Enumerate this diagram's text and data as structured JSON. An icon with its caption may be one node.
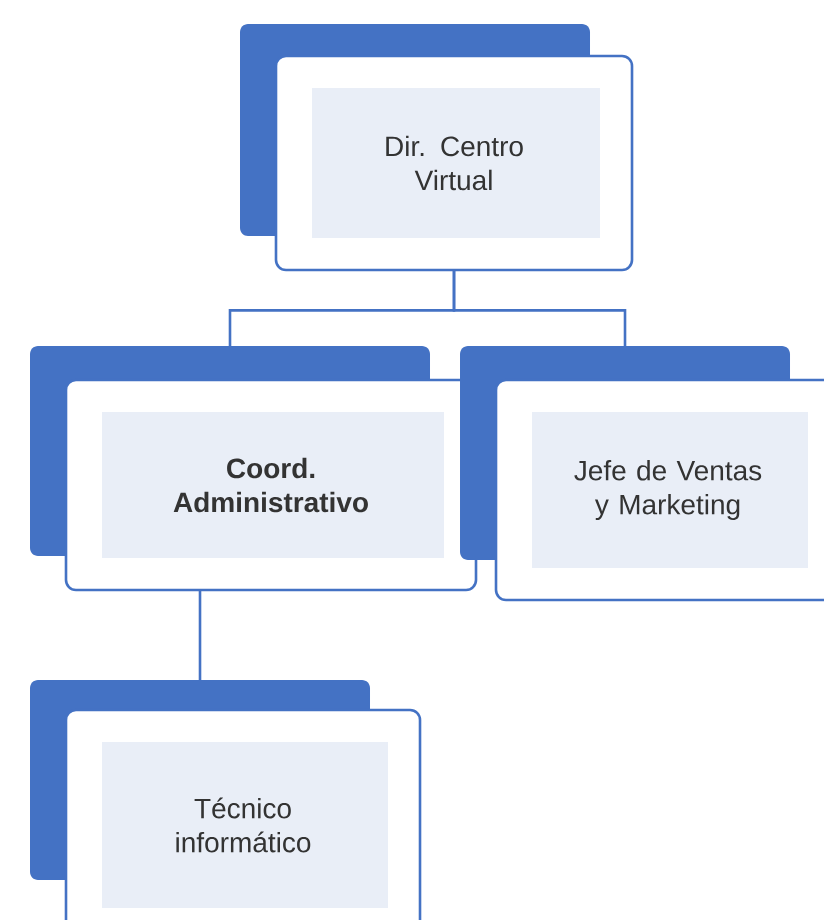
{
  "diagram": {
    "nodes": [
      {
        "text": [
          "Dir. Centro Virtual"
        ]
      },
      {
        "text": [
          "Coord. Administrativo"
        ]
      },
      {
        "text": [
          "Jefe de Ventas y Marketing"
        ]
      },
      {
        "text": [
          "Técnico informático"
        ]
      }
    ],
    "edges": [
      {
        "from": 0,
        "to": 1,
        "arrow": "none"
      },
      {
        "from": 0,
        "to": 2,
        "arrow": "none"
      },
      {
        "from": 1,
        "to": 3,
        "arrow": "none"
      }
    ]
  }
}
